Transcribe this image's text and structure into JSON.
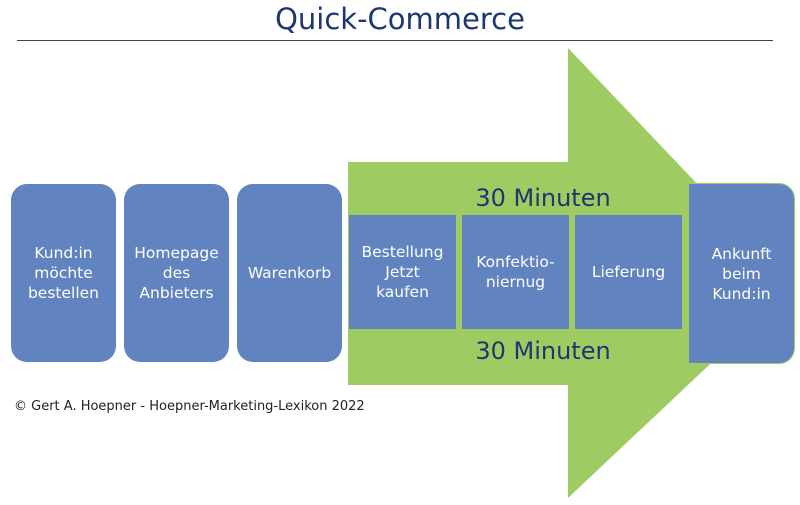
{
  "title": "Quick-Commerce",
  "steps_before": [
    {
      "label": "Kund:in\nmöchte\nbestellen"
    },
    {
      "label": "Homepage\ndes\nAnbieters"
    },
    {
      "label": "Warenkorb"
    }
  ],
  "steps_inside": [
    {
      "label": "Bestellung\nJetzt\nkaufen"
    },
    {
      "label": "Konfektio-\nniernug"
    },
    {
      "label": "Lieferung"
    },
    {
      "label": "Ankunft\nbeim\nKund:in"
    }
  ],
  "duration_top": "30 Minuten",
  "duration_bottom": "30 Minuten",
  "copyright": "© Gert A. Hoepner - Hoepner-Marketing-Lexikon 2022",
  "colors": {
    "box_blue": "#6183bf",
    "arrow_green": "#9fcc62",
    "title_navy": "#1f3770"
  }
}
